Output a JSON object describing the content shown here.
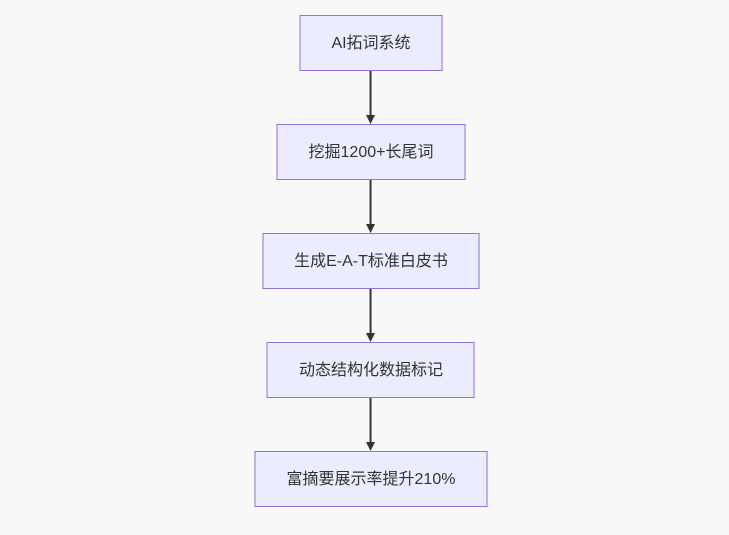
{
  "diagram": {
    "type": "flowchart",
    "direction": "top-down",
    "nodes": [
      {
        "id": "A",
        "label": "AI拓词系统"
      },
      {
        "id": "B",
        "label": "挖掘1200+长尾词"
      },
      {
        "id": "C",
        "label": "生成E-A-T标准白皮书"
      },
      {
        "id": "D",
        "label": "动态结构化数据标记"
      },
      {
        "id": "E",
        "label": "富摘要展示率提升210%"
      }
    ],
    "edges": [
      {
        "from": "A",
        "to": "B"
      },
      {
        "from": "B",
        "to": "C"
      },
      {
        "from": "C",
        "to": "D"
      },
      {
        "from": "D",
        "to": "E"
      }
    ],
    "colors": {
      "bg": "#f8f8f8",
      "node-fill": "#ececff",
      "node-border": "#9370db",
      "node-text": "#333333",
      "edge": "#333333"
    }
  }
}
